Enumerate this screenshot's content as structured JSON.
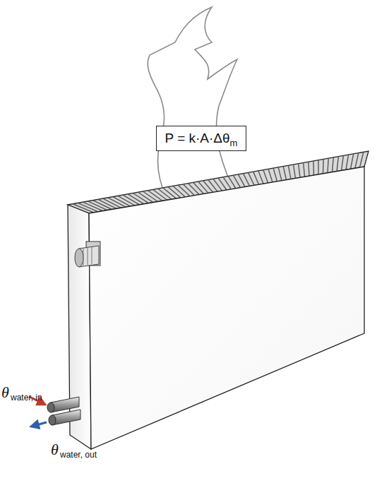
{
  "diagram": {
    "nodes": [
      {
        "text": [
          "P = k·A·Δθ",
          "m"
        ]
      }
    ],
    "edges": [],
    "labels": [
      "θ",
      "water, in",
      "θ",
      "water, out"
    ]
  }
}
